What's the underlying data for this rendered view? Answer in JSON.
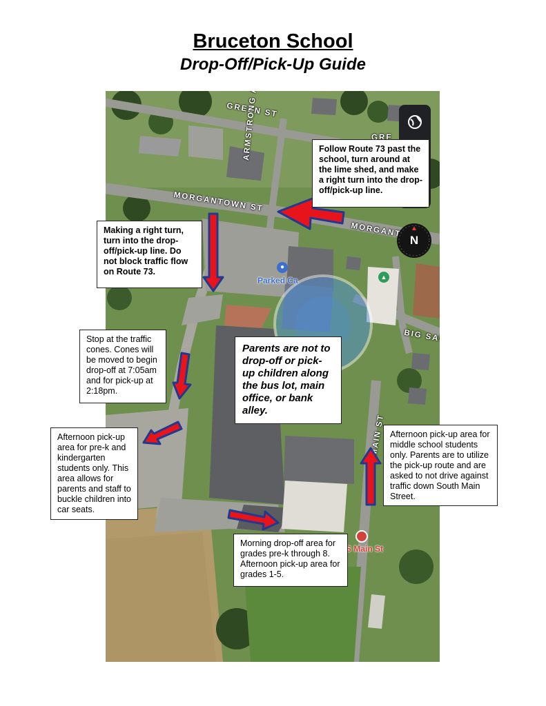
{
  "header": {
    "title": "Bruceton School",
    "subtitle": "Drop-Off/Pick-Up Guide"
  },
  "map": {
    "streets": {
      "green_st": "GREEN ST",
      "armstrong_ave": "ARMSTRONG AVE",
      "morgantown_st_west": "MORGANTOWN ST",
      "morgantown_st_east": "MORGANTOW",
      "big_san": "BIG SAN",
      "main_st": "MAIN ST",
      "gre_partial": "GRE"
    },
    "poi": {
      "parked_car": "Parked Ca",
      "s_main_st": "S Main St"
    },
    "compass_letter": "N",
    "colors": {
      "arrow_fill": "#e8141c",
      "arrow_outline": "#1f3a8f",
      "location_circle": "#4a90e2"
    }
  },
  "callouts": {
    "route73": "Follow Route 73 past the school, turn around at the lime shed, and make a right turn into the drop-off/pick-up line.",
    "right_turn": "Making a right turn, turn into the drop-off/pick-up line. Do not block traffic flow on Route 73.",
    "cones": "Stop at the traffic cones. Cones will be moved to begin drop-off at 7:05am and for pick-up at 2:18pm.",
    "parents_warning": "Parents are not to drop-off or pick-up children along the bus lot, main office, or bank alley.",
    "prek_k": "Afternoon pick-up area for pre-k and kindergarten students only. This area allows for parents and staff to buckle children into car seats.",
    "middle_school": "Afternoon pick-up area for middle school students only. Parents are to utilize the pick-up route and are asked to not drive against traffic down South Main Street.",
    "morning_dropoff": "Morning drop-off area for grades pre-k through 8. Afternoon pick-up area for grades 1-5."
  }
}
